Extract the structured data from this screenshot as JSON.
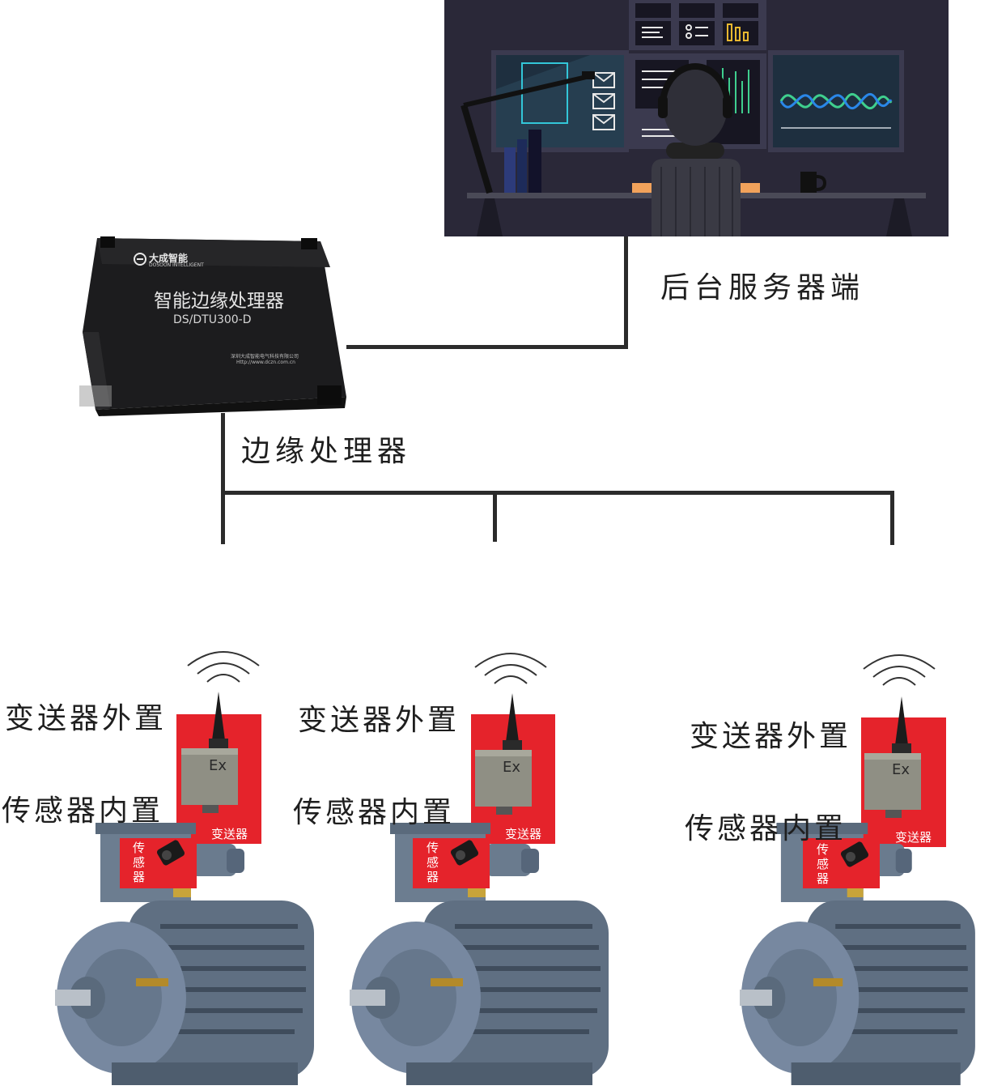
{
  "server": {
    "label": "后台服务器端"
  },
  "edge": {
    "label": "边缘处理器",
    "device": {
      "brand": "大成智能",
      "brand_en": "DOSOON INTELLIGENT",
      "title": "智能边缘处理器",
      "model": "DS/DTU300-D",
      "company": "深圳大成智能电气科技有限公司",
      "url": "Http://www.dczn.com.cn"
    }
  },
  "motors": [
    {
      "external_label": "变送器外置",
      "internal_label": "传感器内置",
      "transmitter_tag": "变送器",
      "sensor_tag": "传感器",
      "ex_mark": "Ex"
    },
    {
      "external_label": "变送器外置",
      "internal_label": "传感器内置",
      "transmitter_tag": "变送器",
      "sensor_tag": "传感器",
      "ex_mark": "Ex"
    },
    {
      "external_label": "变送器外置",
      "internal_label": "传感器内置",
      "transmitter_tag": "变送器",
      "sensor_tag": "传感器",
      "ex_mark": "Ex"
    }
  ],
  "colors": {
    "tag_red": "#e5232b",
    "wire": "#2b2b2b",
    "scene_bg": "#2a2838",
    "motor": "#5f6f82"
  }
}
